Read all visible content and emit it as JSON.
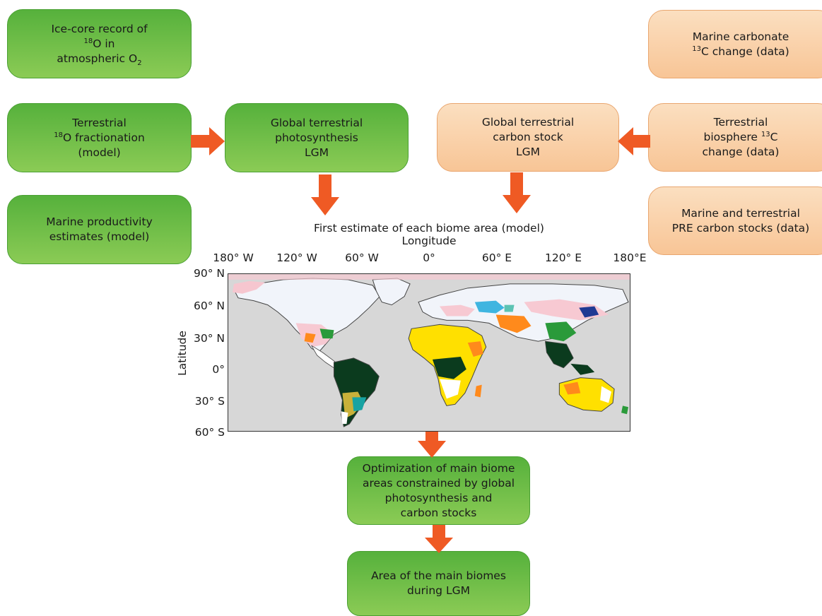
{
  "boxes": {
    "ice_core": {
      "line1": "Ice-core record of",
      "sup": "18",
      "mid": "O in",
      "line3": "atmospheric O",
      "sub": "2"
    },
    "terr_frac": {
      "line1": "Terrestrial",
      "sup": "18",
      "line2": "O fractionation",
      "line3": "(model)"
    },
    "marine_prod": {
      "line1": "Marine productivity",
      "line2": "estimates (model)"
    },
    "global_photo": {
      "line1": "Global terrestrial",
      "line2": "photosynthesis",
      "line3": "LGM"
    },
    "marine_carb": {
      "line1": "Marine carbonate",
      "sup": "13",
      "line2": "C change (data)"
    },
    "global_carbon": {
      "line1": "Global terrestrial",
      "line2": "carbon stock",
      "line3": "LGM"
    },
    "terr_bio": {
      "line1": "Terrestrial",
      "line2a": "biosphere ",
      "sup": "13",
      "line2b": "C",
      "line3": "change (data)"
    },
    "marine_terr": {
      "line1": "Marine and terrestrial",
      "line2": "PRE carbon stocks (data)"
    },
    "optimization": {
      "line1": "Optimization of main biome",
      "line2": "areas constrained by global",
      "line3": "photosynthesis and",
      "line4": "carbon stocks"
    },
    "area_biomes": {
      "line1": "Area of the main biomes",
      "line2": "during LGM"
    }
  },
  "map": {
    "title": "First estimate of each biome area (model)",
    "xlabel": "Longitude",
    "ylabel": "Latitude",
    "lon_ticks": [
      "180° W",
      "120° W",
      "60° W",
      "0°",
      "60° E",
      "120° E",
      "180°E"
    ],
    "lat_ticks": [
      "90° N",
      "60° N",
      "30° N",
      "0°",
      "30° S",
      "60° S"
    ]
  },
  "colors": {
    "green_box": "#6cbe46",
    "peach_box": "#f9d2ab",
    "arrow": "#ef5a24",
    "ocean": "#d7d7d7"
  }
}
